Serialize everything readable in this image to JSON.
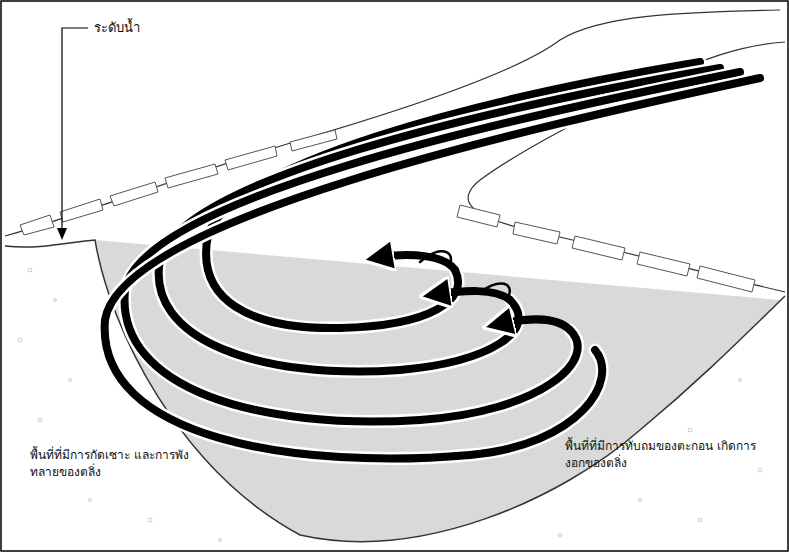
{
  "diagram": {
    "labels": [
      "ระดับน้ำ",
      "พื้นที่ที่มีการกัดเซาะ และการพังทลายของตลิ่ง",
      "พื้นที่ที่มีการทับถมของตะกอน เกิดการงอกของตลิ่ง"
    ]
  }
}
